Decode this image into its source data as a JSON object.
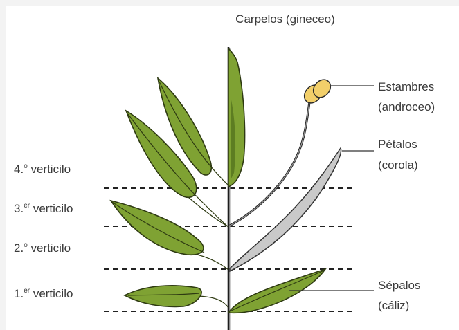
{
  "labels": {
    "carpels": "Carpelos (gineceo)",
    "stamens_1": "Estambres",
    "stamens_2": "(androceo)",
    "petals_1": "Pétalos",
    "petals_2": "(corola)",
    "sepals_1": "Sépalos",
    "sepals_2": "(cáliz)"
  },
  "whorls": [
    {
      "num": "4.",
      "sup": "o",
      "word": " verticilo"
    },
    {
      "num": "3.",
      "sup": "er",
      "word": " verticilo"
    },
    {
      "num": "2.",
      "sup": "o",
      "word": " verticilo"
    },
    {
      "num": "1.",
      "sup": "er",
      "word": " verticilo"
    }
  ],
  "colors": {
    "leaf_green": "#7fa233",
    "leaf_dark": "#5d7d22",
    "petal_grey": "#c9c9c9",
    "anther_yellow": "#f2cf6a",
    "stem_grey": "#8c8c8c"
  }
}
